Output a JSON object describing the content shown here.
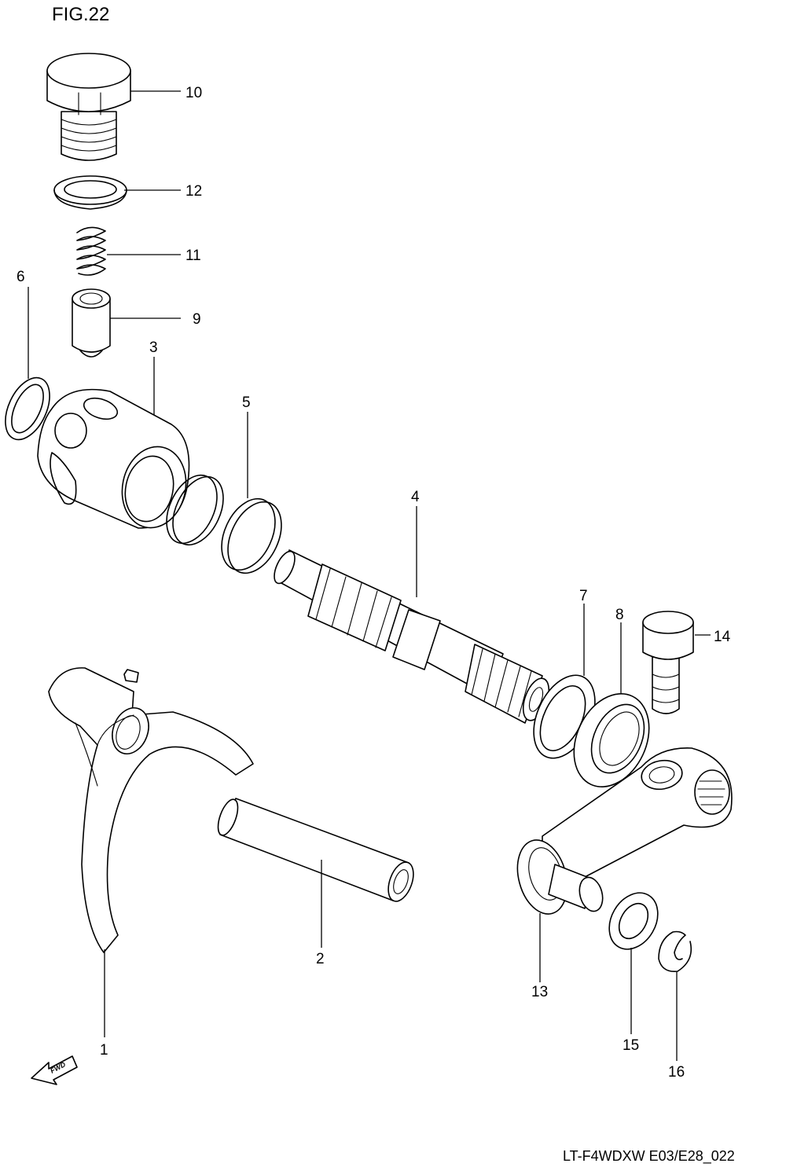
{
  "figure_title": "FIG.22",
  "drawing_code": "LT-F4WDXW E03/E28_022",
  "direction_label": "FWD",
  "callouts": [
    "1",
    "2",
    "3",
    "4",
    "5",
    "6",
    "7",
    "8",
    "9",
    "10",
    "11",
    "12",
    "13",
    "14",
    "15",
    "16"
  ]
}
